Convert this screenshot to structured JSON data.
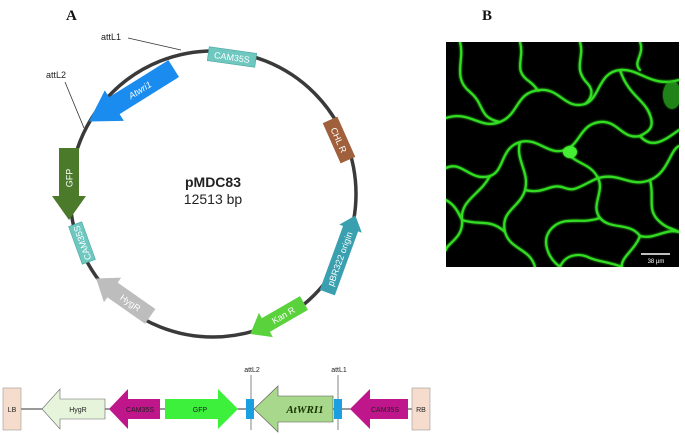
{
  "panels": {
    "a": "A",
    "b": "B"
  },
  "plasmid": {
    "name": "pMDC83",
    "size": "12513 bp",
    "features": {
      "cam35s_top": "CAM35S",
      "chlr": "CHL R",
      "pbr322": "pBR322 origin",
      "kanr": "Kan R",
      "hygr": "HygR",
      "cam35s_left": "CAM35S",
      "gfp": "GFP",
      "atwri1": "Atwri1"
    },
    "callouts": {
      "attl1": "attL1",
      "attl2": "attL2"
    }
  },
  "linear": {
    "lb": "LB",
    "hygr": "HygR",
    "cam35s_1": "CAM35S",
    "gfp": "GFP",
    "attl2": "attL2",
    "atwri1": "AtWRI1",
    "attl1": "attL1",
    "cam35s_2": "CAM35S",
    "rb": "RB"
  },
  "micrograph": {
    "scale_label": "38 µm"
  },
  "colors": {
    "backbone": "#3a3a3a",
    "atwri1": "#1a8cf0",
    "cam35s": "#6ec8c0",
    "chlr": "#a0603c",
    "pbr322": "#3aa0b0",
    "kanr": "#5ad23c",
    "hygr": "#bdbdbd",
    "gfp_plasmid": "#4a7a2a",
    "gfp_linear": "#3cf03c",
    "cam35s_linear": "#c0168c",
    "hygr_linear": "#e6f4dc",
    "atwri1_linear": "#a8d88c",
    "att": "#1aa0e0",
    "border_box": "#f6dccc",
    "fluorescence": "#33dd22"
  }
}
